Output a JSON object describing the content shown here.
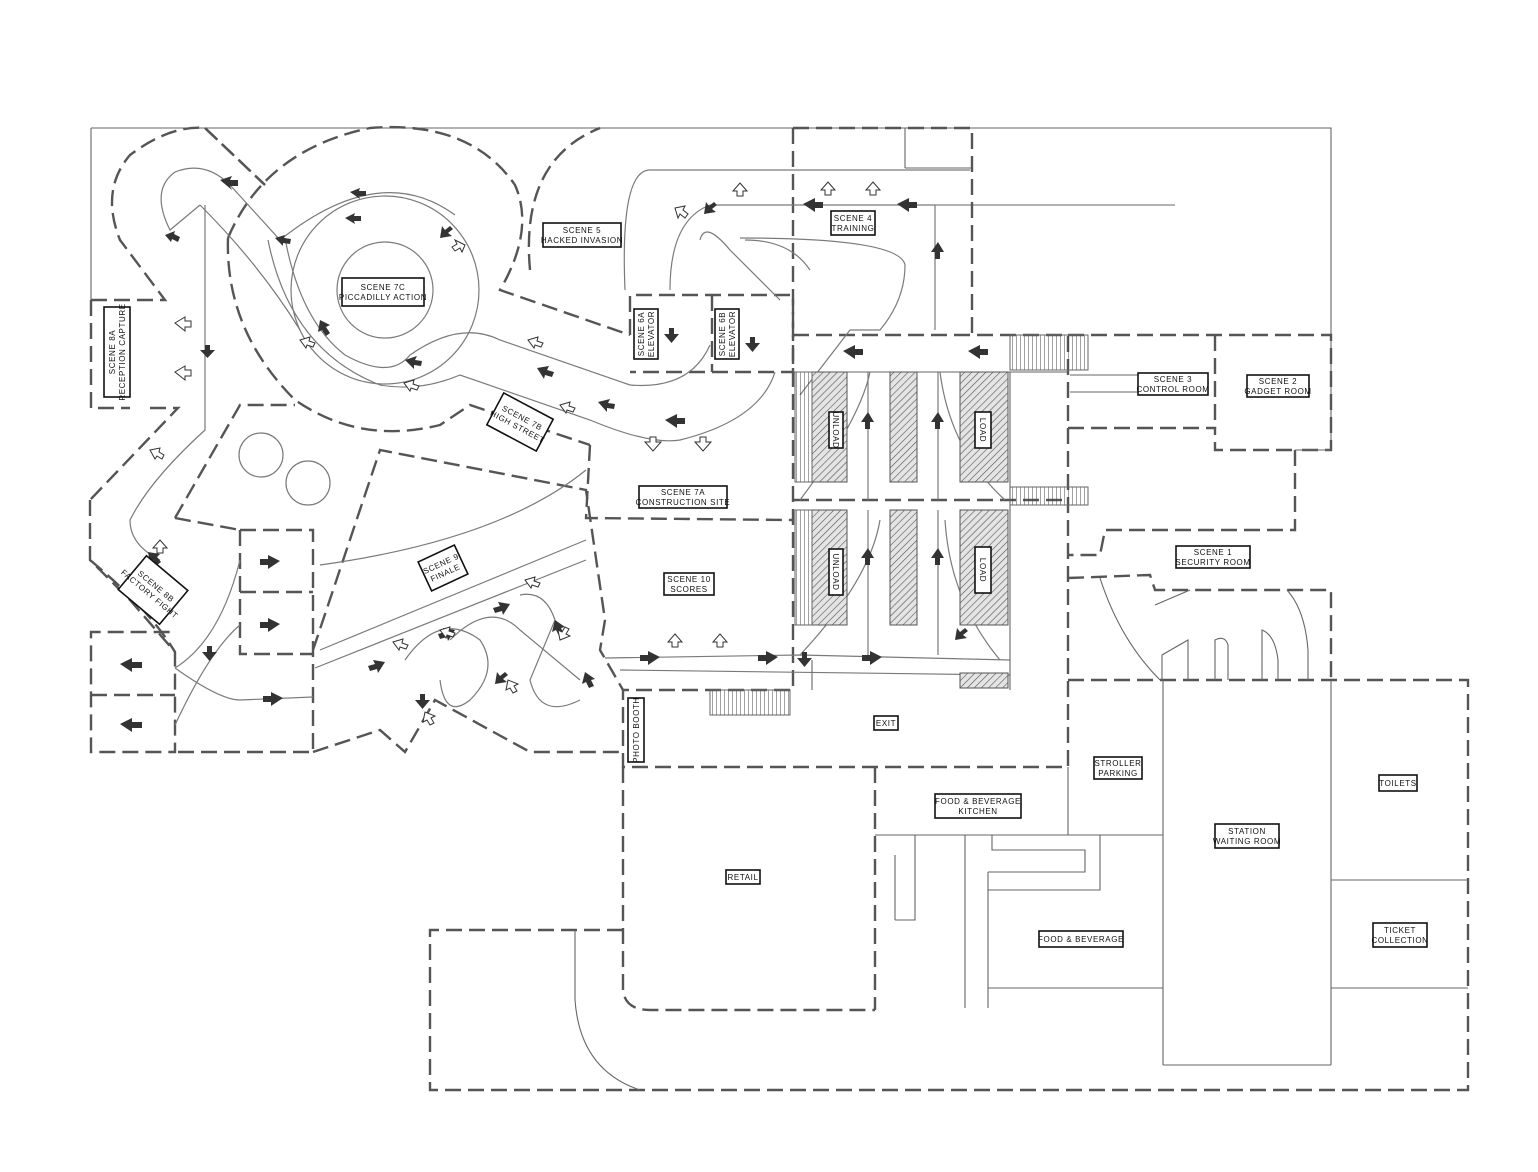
{
  "plan": {
    "labels": {
      "scene_8a": [
        "SCENE 8A",
        "RECEPTION CAPTURE"
      ],
      "scene_7c": [
        "SCENE 7C",
        "PICCADILLY ACTION"
      ],
      "scene_5": [
        "SCENE 5",
        "HACKED INVASION"
      ],
      "scene_4": [
        "SCENE 4",
        "TRAINING"
      ],
      "scene_6a": [
        "SCENE 6A",
        "ELEVATOR"
      ],
      "scene_6b": [
        "SCENE 6B",
        "ELEVATOR"
      ],
      "scene_3": [
        "SCENE 3",
        "CONTROL ROOM"
      ],
      "scene_2": [
        "SCENE 2",
        "GADGET ROOM"
      ],
      "scene_7b": [
        "SCENE 7B",
        "HIGH STREET"
      ],
      "scene_7a": [
        "SCENE 7A",
        "CONSTRUCTION SITE"
      ],
      "scene_9": [
        "SCENE 9",
        "FINALE"
      ],
      "scene_10": [
        "SCENE 10",
        "SCORES"
      ],
      "scene_1": [
        "SCENE 1",
        "SECURITY ROOM"
      ],
      "scene_8b": [
        "SCENE 8B",
        "FACTORY FIGHT"
      ],
      "photo_booth": [
        "PHOTO BOOTH"
      ],
      "exit": [
        "EXIT"
      ],
      "stroller_parking": [
        "STROLLER",
        "PARKING"
      ],
      "toilets": [
        "TOILETS"
      ],
      "fb_kitchen": [
        "FOOD & BEVERAGE",
        "KITCHEN"
      ],
      "station_waiting_room": [
        "STATION",
        "WAITING ROOM"
      ],
      "retail": [
        "RETAIL"
      ],
      "food_beverage": [
        "FOOD & BEVERAGE"
      ],
      "ticket_collection": [
        "TICKET",
        "COLLECTION"
      ]
    },
    "load_bays": {
      "upper_left": "UNLOAD",
      "upper_right": "LOAD",
      "lower_left": "UNLOAD",
      "lower_right": "LOAD"
    }
  }
}
